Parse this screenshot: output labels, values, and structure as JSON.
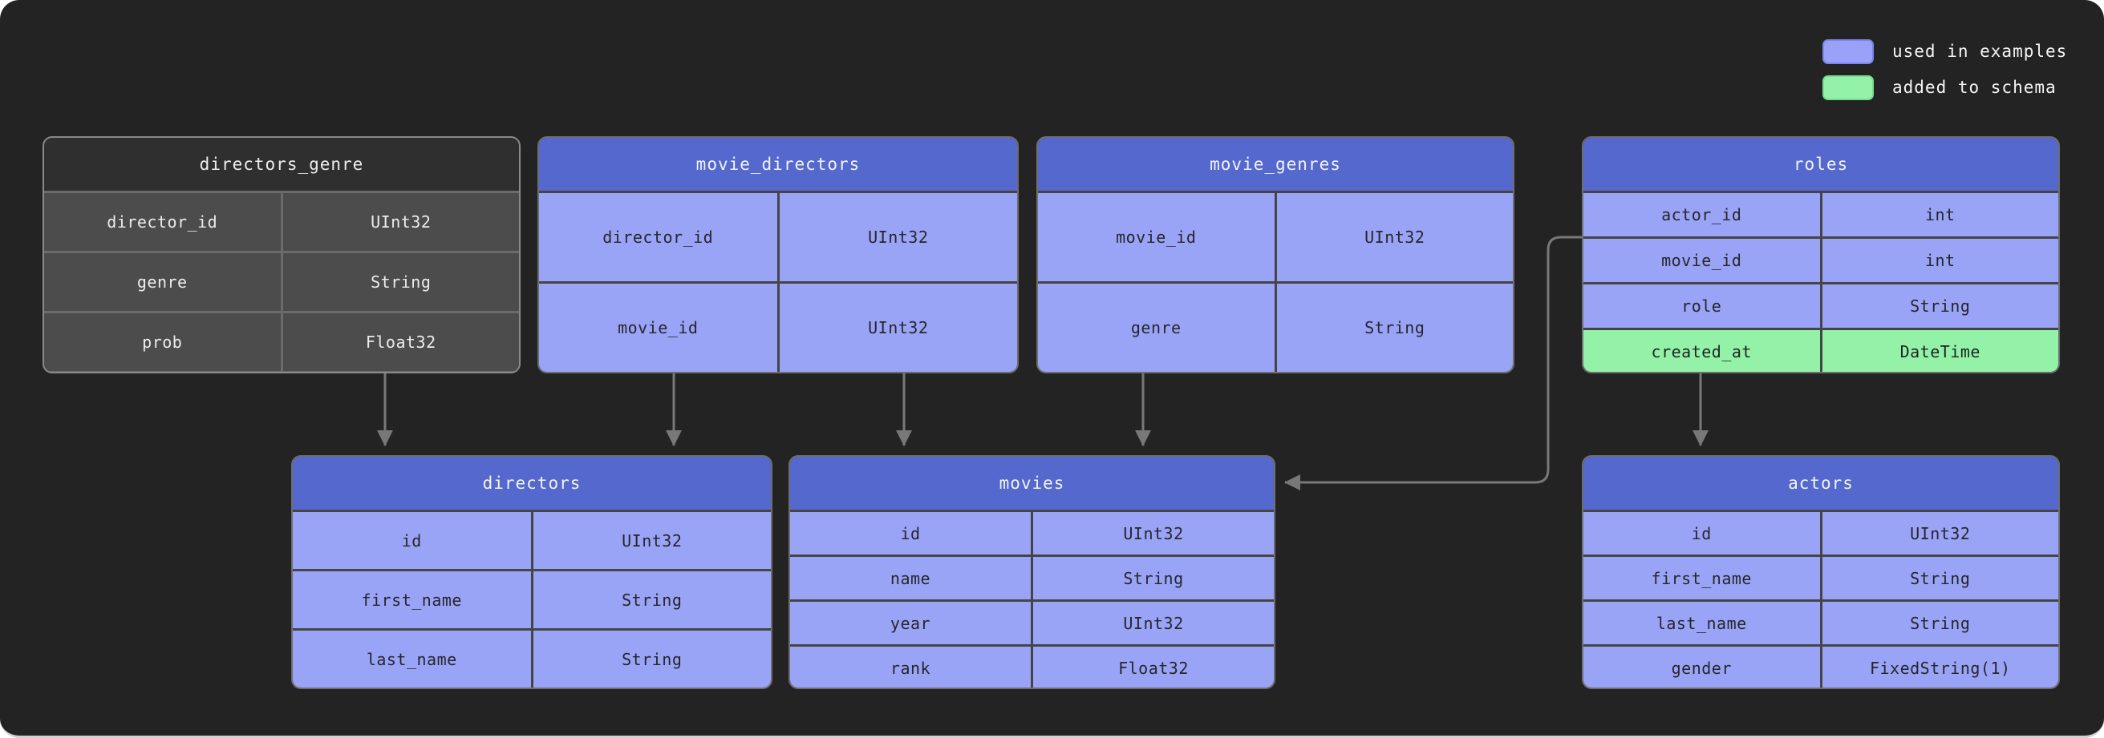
{
  "legend": {
    "items": [
      {
        "label": "used in examples",
        "color": "#99a2f8"
      },
      {
        "label": "added to schema",
        "color": "#93f2a7"
      }
    ]
  },
  "colors": {
    "canvas_background": "#232323",
    "table_header_blue": "#5468cd",
    "table_row_blue": "#9aa4f7",
    "table_row_green": "#93f2a7",
    "table_header_gray": "#2f2f2f",
    "table_row_gray": "#4c4c4c",
    "connector": "#787878"
  },
  "tables": [
    {
      "name": "directors_genre",
      "style": "gray",
      "columns": [
        {
          "field": "director_id",
          "type": "UInt32",
          "added": false
        },
        {
          "field": "genre",
          "type": "String",
          "added": false
        },
        {
          "field": "prob",
          "type": "Float32",
          "added": false
        }
      ]
    },
    {
      "name": "movie_directors",
      "style": "blue",
      "columns": [
        {
          "field": "director_id",
          "type": "UInt32",
          "added": false
        },
        {
          "field": "movie_id",
          "type": "UInt32",
          "added": false
        }
      ]
    },
    {
      "name": "movie_genres",
      "style": "blue",
      "columns": [
        {
          "field": "movie_id",
          "type": "UInt32",
          "added": false
        },
        {
          "field": "genre",
          "type": "String",
          "added": false
        }
      ]
    },
    {
      "name": "roles",
      "style": "blue",
      "columns": [
        {
          "field": "actor_id",
          "type": "int",
          "added": false
        },
        {
          "field": "movie_id",
          "type": "int",
          "added": false
        },
        {
          "field": "role",
          "type": "String",
          "added": false
        },
        {
          "field": "created_at",
          "type": "DateTime",
          "added": true
        }
      ]
    },
    {
      "name": "directors",
      "style": "blue",
      "columns": [
        {
          "field": "id",
          "type": "UInt32",
          "added": false
        },
        {
          "field": "first_name",
          "type": "String",
          "added": false
        },
        {
          "field": "last_name",
          "type": "String",
          "added": false
        }
      ]
    },
    {
      "name": "movies",
      "style": "blue",
      "columns": [
        {
          "field": "id",
          "type": "UInt32",
          "added": false
        },
        {
          "field": "name",
          "type": "String",
          "added": false
        },
        {
          "field": "year",
          "type": "UInt32",
          "added": false
        },
        {
          "field": "rank",
          "type": "Float32",
          "added": false
        }
      ]
    },
    {
      "name": "actors",
      "style": "blue",
      "columns": [
        {
          "field": "id",
          "type": "UInt32",
          "added": false
        },
        {
          "field": "first_name",
          "type": "String",
          "added": false
        },
        {
          "field": "last_name",
          "type": "String",
          "added": false
        },
        {
          "field": "gender",
          "type": "FixedString(1)",
          "added": false
        }
      ]
    }
  ],
  "relations": [
    {
      "from": "directors_genre",
      "to": "directors"
    },
    {
      "from": "movie_directors.director_id",
      "to": "directors"
    },
    {
      "from": "movie_directors.movie_id",
      "to": "movies"
    },
    {
      "from": "movie_genres.movie_id",
      "to": "movies"
    },
    {
      "from": "roles.movie_id",
      "to": "movies"
    },
    {
      "from": "roles.actor_id",
      "to": "actors"
    }
  ]
}
